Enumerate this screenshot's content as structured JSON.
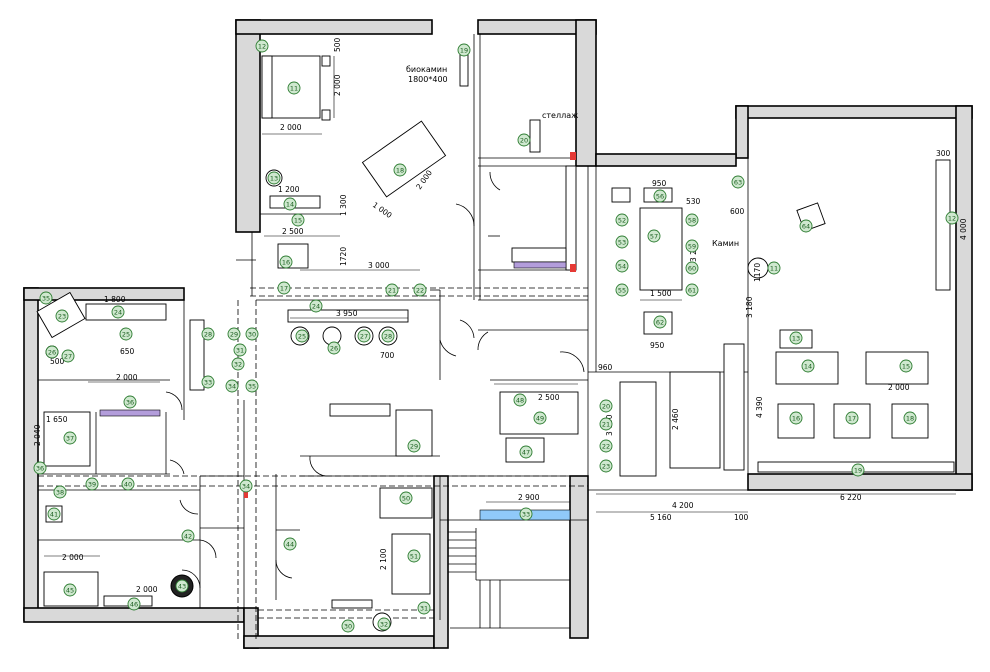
{
  "notes": {
    "biokamin": "биокамин",
    "biokamin_size": "1800*400",
    "stellazh": "стеллаж",
    "kamin": "Камин"
  },
  "dimensions": {
    "bed1_w": "2 000",
    "bed1_h": "2 000",
    "bed1_side": "500",
    "d1200a": "1 200",
    "d2500": "2 500",
    "d650": "650",
    "d500": "500",
    "d1720": "1720",
    "d1300": "1 300",
    "d3000": "3 000",
    "d2000_diag": "2 000",
    "d1000_diag": "1 000",
    "d1800": "1 800",
    "d950": "950",
    "d530": "530",
    "d600": "600",
    "d3200": "3 200",
    "d1500": "1 500",
    "d4000": "4 000",
    "d300": "300",
    "d3950": "3 950",
    "d700": "700",
    "d2000_liv": "2 000",
    "d960": "960",
    "d3660": "3 660",
    "d2460": "2 460",
    "d2900": "2 900",
    "d5160": "5 160",
    "d4200": "4 200",
    "d6220": "6 220",
    "d100": "100",
    "d1650": "1 650",
    "d2040": "2 040",
    "d2000_b": "2 000",
    "d2000_c": "2 000",
    "d3180": "3 180",
    "d1170": "1170",
    "d4390": "4 390",
    "d2100": "2 100"
  },
  "labels": [
    "11",
    "12",
    "13",
    "14",
    "15",
    "16",
    "17",
    "18",
    "19",
    "20",
    "21",
    "22",
    "23",
    "24",
    "25",
    "26",
    "27",
    "28",
    "29",
    "30",
    "31",
    "32",
    "33",
    "34",
    "35",
    "36",
    "37",
    "38",
    "39",
    "40",
    "41",
    "42",
    "43",
    "44",
    "45",
    "46",
    "47",
    "48",
    "49",
    "50",
    "51",
    "52",
    "53",
    "54",
    "55",
    "56",
    "57",
    "58",
    "59",
    "60",
    "61",
    "62",
    "63",
    "64"
  ]
}
